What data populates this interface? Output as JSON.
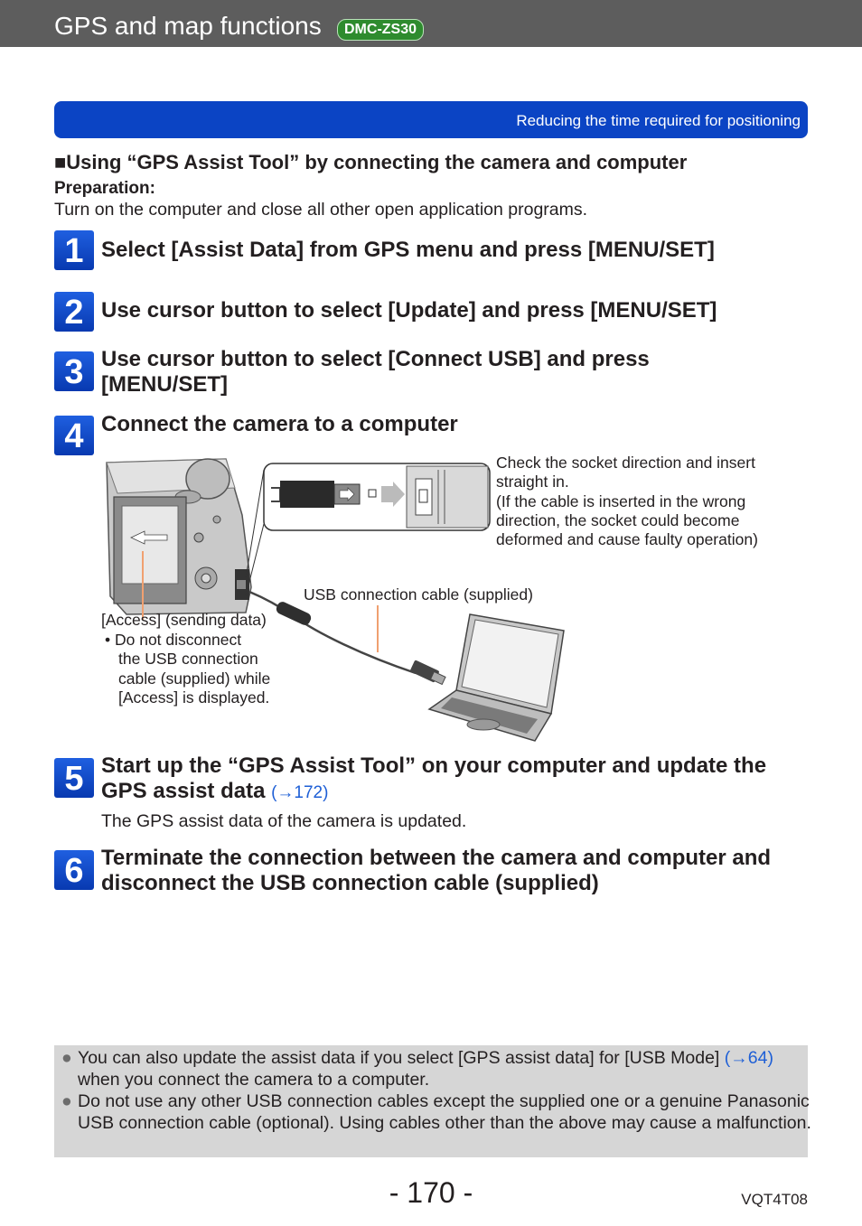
{
  "header": {
    "title": "GPS and map functions",
    "model_badge": "DMC-ZS30"
  },
  "section_bar": "Reducing the time required for positioning",
  "subheading": "■Using “GPS Assist Tool” by connecting the camera and computer",
  "preparation": {
    "label": "Preparation:",
    "text": "Turn on the computer and close all other open application programs."
  },
  "steps": [
    {
      "num": "1",
      "title": "Select [Assist Data] from GPS menu and press [MENU/SET]"
    },
    {
      "num": "2",
      "title": "Use cursor button to select [Update] and press [MENU/SET]"
    },
    {
      "num": "3",
      "title": "Use cursor button to select [Connect USB] and press [MENU/SET]"
    },
    {
      "num": "4",
      "title": "Connect the camera to a computer"
    },
    {
      "num": "5",
      "title": "Start up the “GPS Assist Tool” on your computer and update the GPS assist data",
      "link": "(→172)",
      "note": "The GPS assist data of the camera is updated."
    },
    {
      "num": "6",
      "title": "Terminate the connection between the camera and computer and disconnect the USB connection cable (supplied)"
    }
  ],
  "illustration": {
    "socket_note": [
      "Check the socket direction and insert",
      "straight in.",
      "(If the cable is inserted in the wrong",
      "direction, the socket could become",
      "deformed and cause faulty operation)"
    ],
    "cable_label": "USB connection cable (supplied)",
    "access_label": "[Access] (sending data)",
    "access_note": [
      "• Do not disconnect",
      "the USB connection",
      "cable (supplied) while",
      "[Access] is displayed."
    ]
  },
  "notes": [
    {
      "text_a": "You can also update the assist data if you select [GPS assist data] for [USB Mode] ",
      "link": "(→64)",
      "text_b": " when you connect the camera to a computer."
    },
    {
      "text_a": "Do not use any other USB connection cables except the supplied one or a genuine Panasonic USB connection cable (optional). Using cables other than the above may cause a malfunction."
    }
  ],
  "footer": {
    "page": "- 170 -",
    "code": "VQT4T08"
  }
}
